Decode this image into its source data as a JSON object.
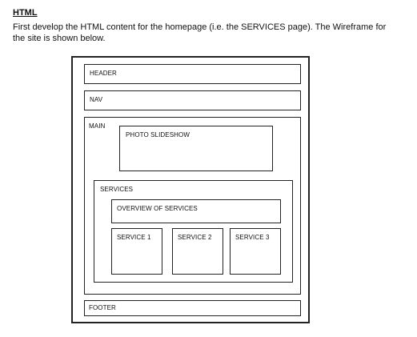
{
  "document": {
    "heading": "HTML",
    "intro": "First develop the HTML content for the homepage (i.e. the SERVICES page). The Wireframe for the site is shown below."
  },
  "wireframe": {
    "header": "HEADER",
    "nav": "NAV",
    "main": "MAIN",
    "photo_slideshow": "PHOTO SLIDESHOW",
    "services": "SERVICES",
    "overview": "OVERVIEW OF SERVICES",
    "service_1": "SERVICE 1",
    "service_2": "SERVICE 2",
    "service_3": "SERVICE 3",
    "footer": "FOOTER"
  }
}
